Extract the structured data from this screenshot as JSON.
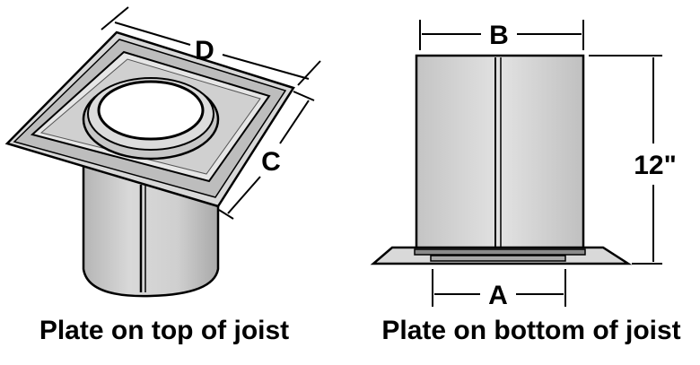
{
  "diagram": {
    "left": {
      "label_d": "D",
      "label_c": "C",
      "caption": "Plate on top of joist"
    },
    "right": {
      "label_b": "B",
      "label_a": "A",
      "label_height": "12\"",
      "caption": "Plate on bottom of joist"
    }
  }
}
